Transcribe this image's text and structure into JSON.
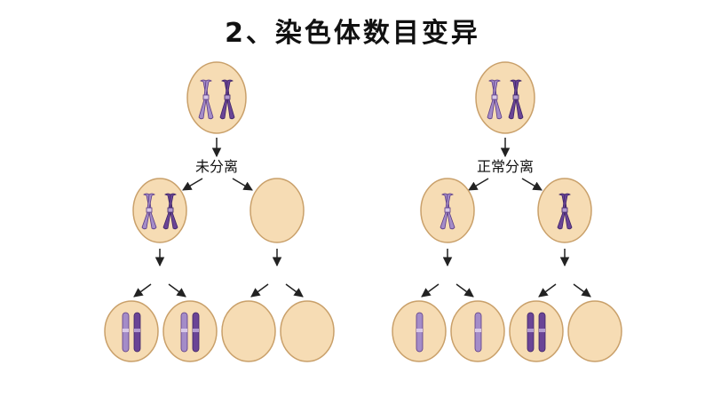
{
  "title": "2、染色体数目变异",
  "left": {
    "label": "未分离"
  },
  "right": {
    "label": "正常分离"
  },
  "colors": {
    "cell_fill": "#f6dcb4",
    "cell_stroke": "#c9a06a",
    "chromosome_light": "#a48cc8",
    "chromosome_dark": "#6a4496",
    "arrow": "#222222"
  }
}
